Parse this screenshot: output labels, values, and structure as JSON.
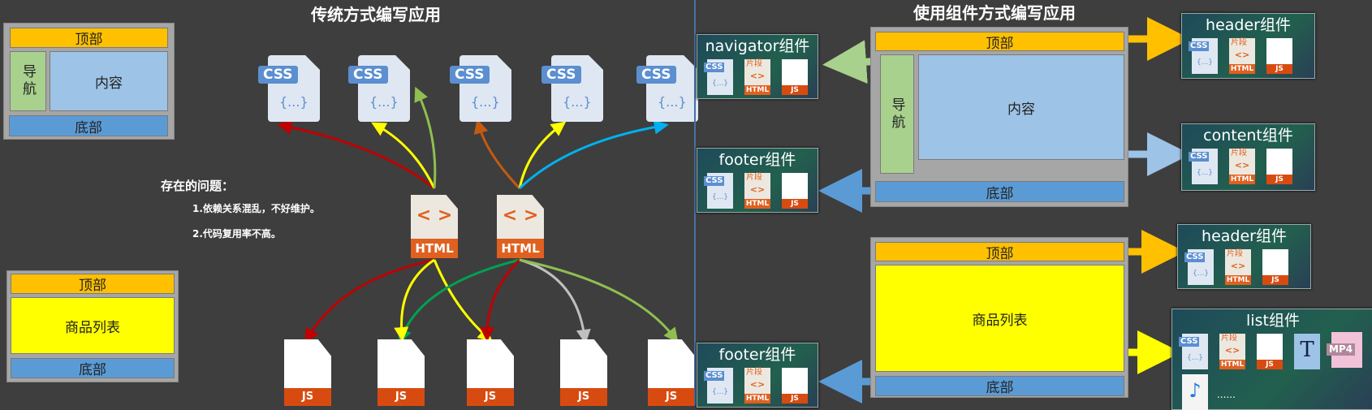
{
  "left": {
    "title": "传统方式编写应用",
    "layout1": {
      "top": "顶部",
      "nav": "导航",
      "content": "内容",
      "footer": "底部"
    },
    "layout2": {
      "top": "顶部",
      "list": "商品列表",
      "footer": "底部"
    },
    "problems": {
      "heading": "存在的问题：",
      "items": [
        "1.依赖关系混乱，不好维护。",
        "2.代码复用率不高。"
      ]
    },
    "css_label": "CSS",
    "css_brace": "{...}",
    "html_label": "HTML",
    "html_code": "< >",
    "js_label": "JS"
  },
  "right": {
    "title": "使用组件方式编写应用",
    "layout1": {
      "top": "顶部",
      "nav": "导航",
      "content": "内容",
      "footer": "底部"
    },
    "layout2": {
      "top": "顶部",
      "list": "商品列表",
      "footer": "底部"
    },
    "cards": {
      "navigator": "navigator组件",
      "footer": "footer组件",
      "header": "header组件",
      "content": "content组件",
      "header2": "header组件",
      "footer2": "footer组件",
      "list": "list组件"
    },
    "mini": {
      "css": "CSS",
      "brace": "{...}",
      "fragment": "片段",
      "code": "<>",
      "html": "HTML",
      "js": "JS"
    },
    "list_extra": {
      "ttf": "T",
      "mp4": "MP4",
      "more": "......"
    }
  },
  "colors": {
    "top": "#ffc000",
    "nav": "#a9d18e",
    "content": "#9dc3e6",
    "footer": "#5b9bd5",
    "list": "#ffff00"
  }
}
